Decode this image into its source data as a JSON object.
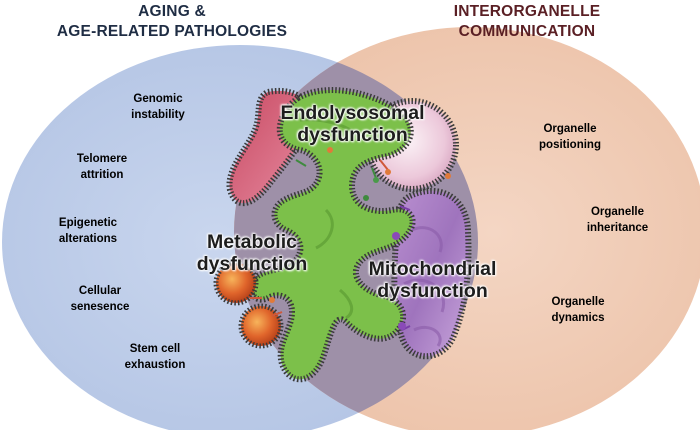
{
  "titles": {
    "left": [
      "AGING &",
      "AGE-RELATED PATHOLOGIES"
    ],
    "right": [
      "INTERORGANELLE",
      "COMMUNICATION"
    ]
  },
  "aging_hallmarks": [
    [
      "Genomic",
      "instability"
    ],
    [
      "Telomere",
      "attrition"
    ],
    [
      "Epigenetic",
      "alterations"
    ],
    [
      "Cellular",
      "senesence"
    ],
    [
      "Stem cell",
      "exhaustion"
    ]
  ],
  "organelle_processes": [
    [
      "Organelle",
      "positioning"
    ],
    [
      "Organelle",
      "inheritance"
    ],
    [
      "Organelle",
      "dynamics"
    ]
  ],
  "dysfunctions": {
    "endolysosomal": [
      "Endolysosomal",
      "dysfunction"
    ],
    "metabolic": [
      "Metabolic",
      "dysfunction"
    ],
    "mitochondrial": [
      "Mitochondrial",
      "dysfunction"
    ]
  },
  "colors": {
    "left_circle": "#b9c9e6",
    "right_circle": "#efc9b1",
    "overlap": "#9d8ea7",
    "er_green": "#7cc04a",
    "lysosome_pink": "#d9607a",
    "mitochondria_purple": "#a57cc0",
    "lipid_orange": "#e0652b"
  }
}
